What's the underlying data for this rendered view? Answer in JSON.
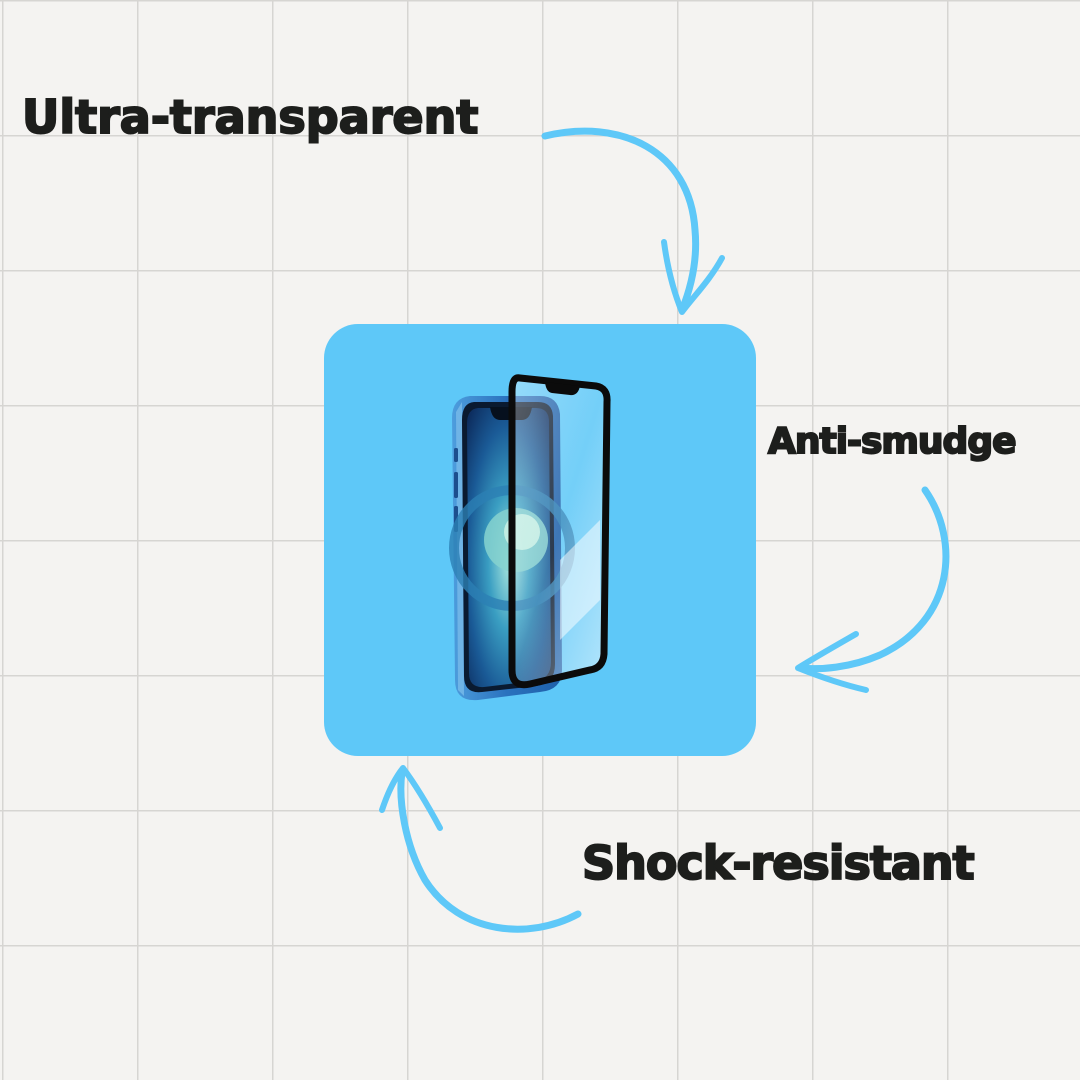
{
  "features": {
    "top": "Ultra-transparent",
    "right": "Anti-smudge",
    "bottom": "Shock-resistant"
  },
  "product_image": {
    "subject": "smartphone with tempered glass screen protector",
    "icon": "phone-with-screen-protector-icon"
  },
  "colors": {
    "background": "#f4f3f1",
    "grid": "#d6d5d2",
    "card": "#5ec8f8",
    "arrows": "#5ec8f8",
    "text": "#1d1e1c",
    "phone_body": "#2e7fc8",
    "screen_dark": "#0d2a52",
    "protector_frame": "#0b0b0b"
  }
}
